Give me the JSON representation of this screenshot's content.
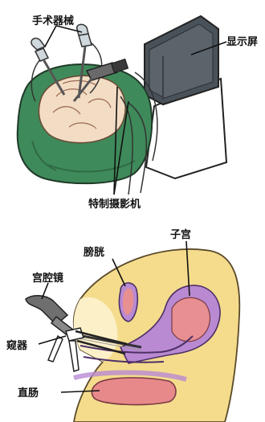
{
  "top_figure": {
    "labels": {
      "instruments": "手术器械",
      "monitor": "显示屏",
      "camera": "特制摄影机"
    }
  },
  "bottom_figure": {
    "labels": {
      "hysteroscope": "宫腔镜",
      "bladder": "膀胱",
      "uterus": "子宫",
      "speculum": "窥器",
      "rectum": "直肠"
    }
  },
  "colors": {
    "drape_green": "#3f8a5a",
    "skin": "#f2dcc4",
    "monitor_gray": "#5b636b",
    "body_yellow": "#f4dc8c",
    "uterus_purple": "#b98ad2",
    "bladder_pink": "#e88f91",
    "rectum_pink": "#e7898a",
    "scope_gray": "#6f6f6f"
  }
}
